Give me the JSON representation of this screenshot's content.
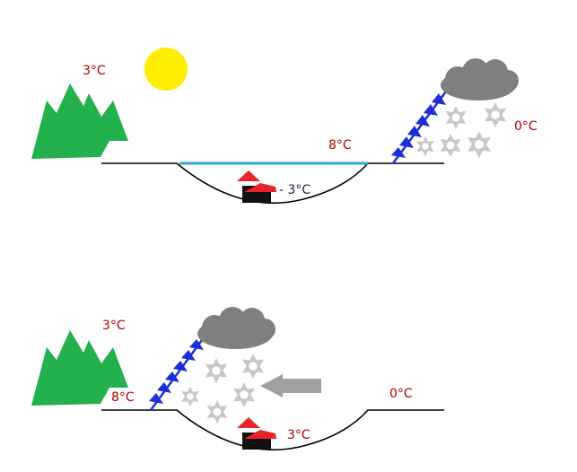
{
  "panels": [
    {
      "id": "top",
      "labels": {
        "mountain_temp": "3°C",
        "lake_temp": "8°C",
        "basin_temp": "- 3°C",
        "right_temp": "0°C"
      }
    },
    {
      "id": "bottom",
      "labels": {
        "mountain_temp": "3°C",
        "front_temp": "8°C",
        "basin_temp": "3°C",
        "right_temp": "0°C"
      }
    }
  ],
  "colors": {
    "label_dark_red": "#b00000",
    "label_navy": "#1a1a60",
    "mountain": "#22b14c",
    "sun": "#ffee00",
    "cloud": "#7f7f7f",
    "snowflake": "#c8c8c8",
    "front": "#1c2fd6",
    "lake": "#2ea8d8",
    "roof": "#e8232a",
    "house": "#111111",
    "arrow": "#a0a0a0"
  },
  "icons": [
    "mountain-icon",
    "sun-icon",
    "cloud-icon",
    "snowflake-icon",
    "house-icon",
    "arrow-left-icon"
  ]
}
